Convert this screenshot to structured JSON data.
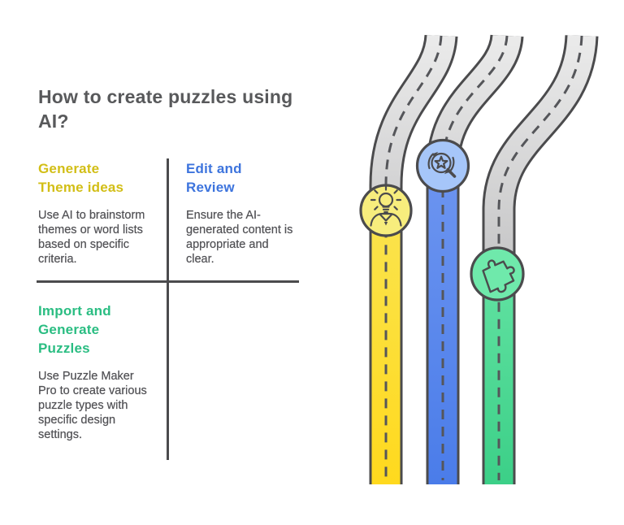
{
  "title": {
    "text": "How to create puzzles using AI?",
    "lines": [
      "How to create puzzles using",
      "AI?"
    ],
    "color": "#58595b"
  },
  "steps": [
    {
      "id": "generate-theme-ideas",
      "label": "Generate Theme ideas",
      "label_lines": [
        "Generate",
        "Theme ideas"
      ],
      "label_color": "#d2be16",
      "description": "Use AI to brainstorm themes or word lists based on specific criteria.",
      "desc_lines": [
        "Use AI to brainstorm",
        "themes or word lists",
        "based on specific",
        "criteria."
      ],
      "icon": "lightbulb-person-icon",
      "badge_fill": "#f7ed7d",
      "road_color": "#ffd92b"
    },
    {
      "id": "edit-and-review",
      "label": "Edit and Review",
      "label_lines": [
        "Edit and",
        "Review"
      ],
      "label_color": "#3d74dd",
      "description": "Ensure the AI-generated content is appropriate and clear.",
      "desc_lines": [
        "Ensure the AI-",
        "generated content is",
        "appropriate and",
        "clear."
      ],
      "icon": "magnifier-star-refresh-icon",
      "badge_fill": "#a6c6f9",
      "road_color": "#5b87ec"
    },
    {
      "id": "import-and-generate-puzzles",
      "label": "Import and Generate Puzzles",
      "label_lines": [
        "Import and",
        "Generate",
        "Puzzles"
      ],
      "label_color": "#2abd82",
      "description": "Use Puzzle Maker Pro to create various puzzle types with specific design settings.",
      "desc_lines": [
        "Use Puzzle Maker",
        "Pro to create various",
        "puzzle types with",
        "specific design",
        "settings."
      ],
      "icon": "puzzle-piece-icon",
      "badge_fill": "#6fe9ab",
      "road_color": "#4bd68f"
    }
  ],
  "graphic": {
    "road_fill": "#d9d9d9",
    "road_outline": "#4b4b4d",
    "dash_color": "#55565a",
    "divider_color": "#4b4b4d",
    "body_text_color": "#515155"
  }
}
